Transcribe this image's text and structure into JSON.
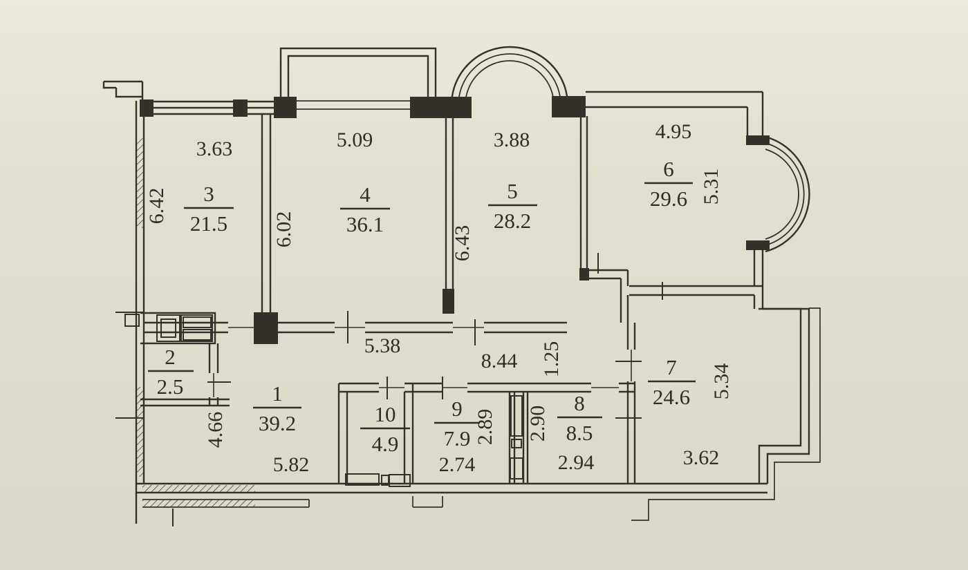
{
  "plan": {
    "type": "apartment-floor-plan",
    "paper_color": "#e4e0d1",
    "line_color": "#34312a",
    "rooms": {
      "r1": {
        "number": "1",
        "area": "39.2"
      },
      "r2": {
        "number": "2",
        "area": "2.5"
      },
      "r3": {
        "number": "3",
        "area": "21.5"
      },
      "r4": {
        "number": "4",
        "area": "36.1"
      },
      "r5": {
        "number": "5",
        "area": "28.2"
      },
      "r6": {
        "number": "6",
        "area": "29.6"
      },
      "r7": {
        "number": "7",
        "area": "24.6"
      },
      "r8": {
        "number": "8",
        "area": "8.5"
      },
      "r9": {
        "number": "9",
        "area": "7.9"
      },
      "r10": {
        "number": "10",
        "area": "4.9"
      }
    },
    "dimensions": {
      "room3_width": "3.63",
      "room3_depth": "6.42",
      "room4_width": "5.09",
      "room4_depth": "6.02",
      "room5_width": "3.88",
      "room5_depth": "6.43",
      "room6_width": "4.95",
      "room6_depth": "5.31",
      "room7_width": "3.62",
      "room7_depth": "5.34",
      "room8_width": "2.94",
      "room8_depth": "2.90",
      "room9_width": "2.74",
      "room9_depth": "2.89",
      "room1_width": "5.82",
      "room1_depth": "4.66",
      "corridor_span": "5.38",
      "hall_span": "8.44",
      "niche_span": "1.25"
    }
  }
}
